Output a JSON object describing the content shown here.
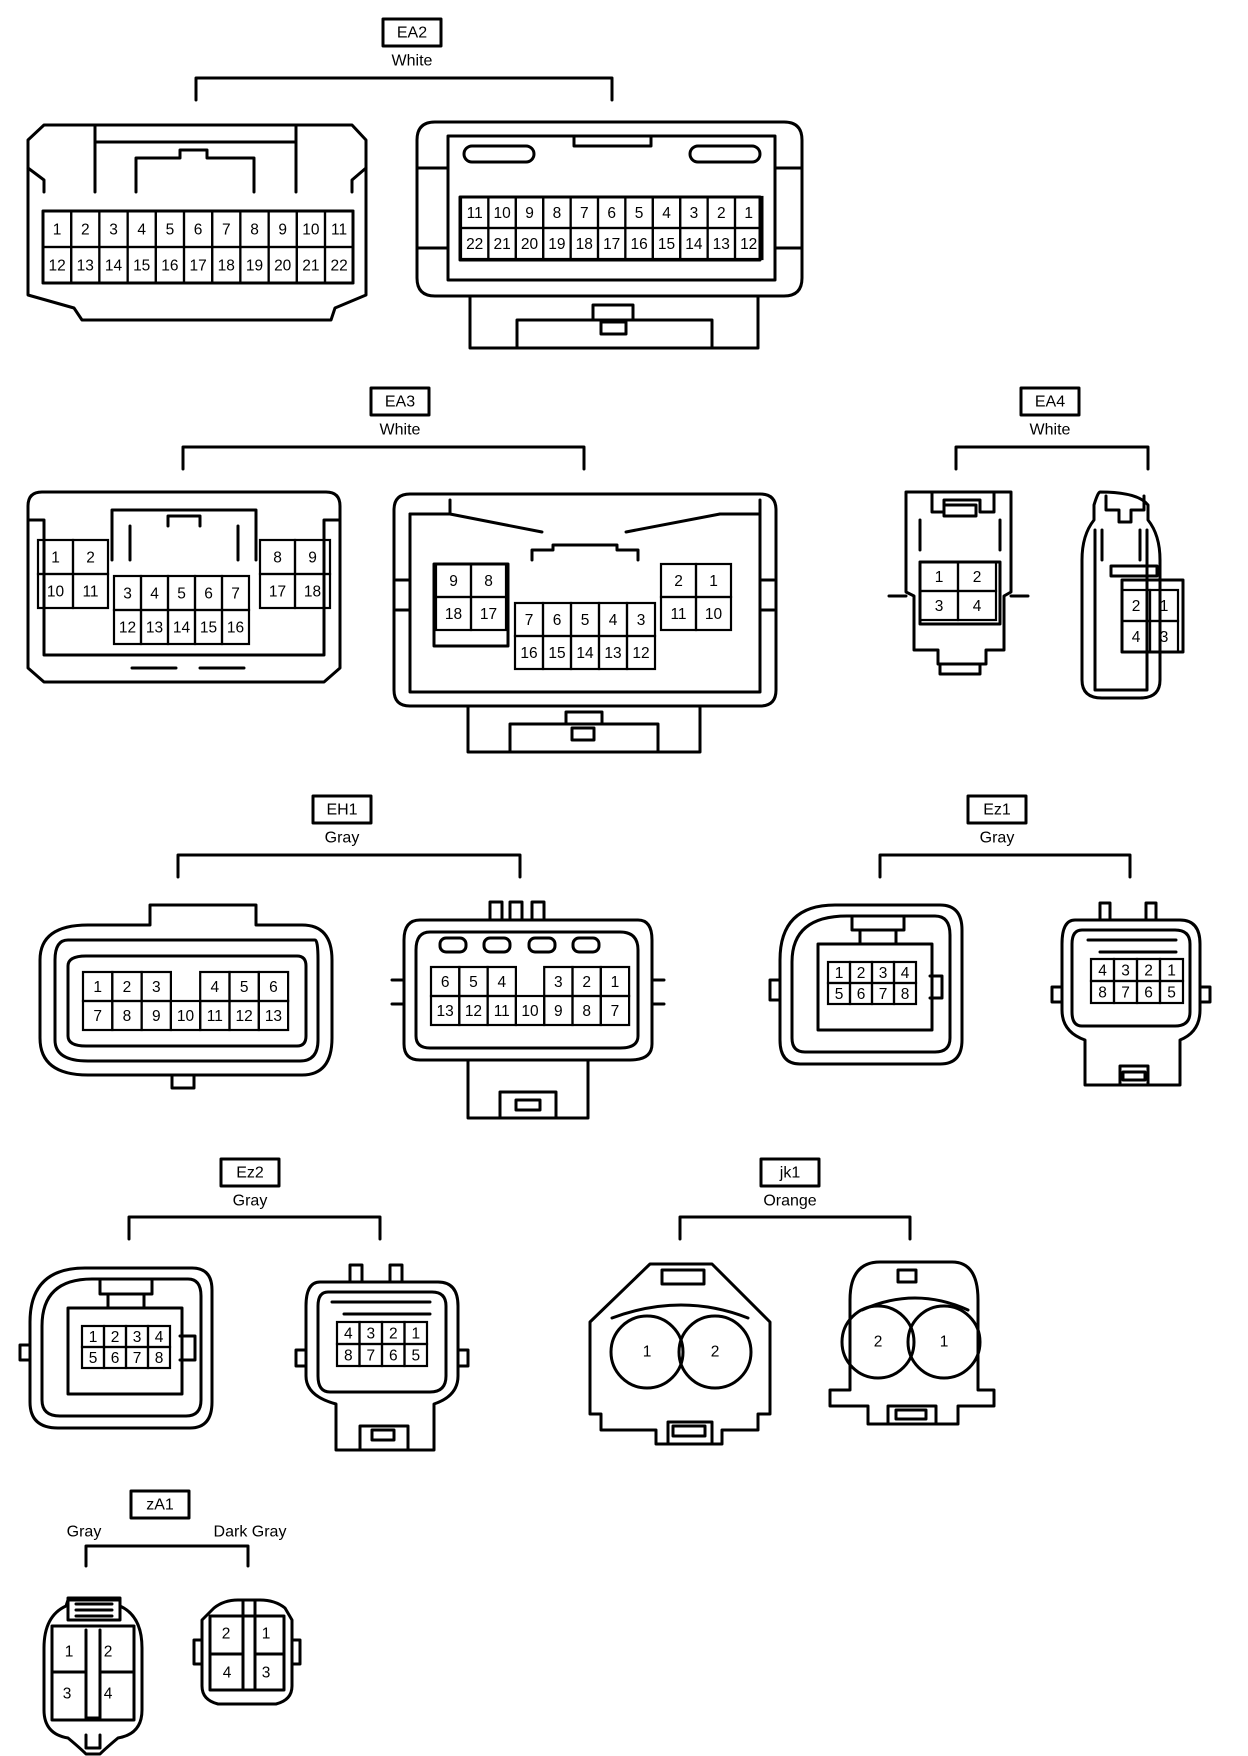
{
  "connectors": {
    "ea2": {
      "code": "EA2",
      "color": "White"
    },
    "ea3": {
      "code": "EA3",
      "color": "White"
    },
    "ea4": {
      "code": "EA4",
      "color": "White"
    },
    "eh1": {
      "code": "EH1",
      "color": "Gray"
    },
    "ez1": {
      "code": "Ez1",
      "color": "Gray"
    },
    "ez2": {
      "code": "Ez2",
      "color": "Gray"
    },
    "jk1": {
      "code": "jk1",
      "color": "Orange"
    },
    "za1": {
      "code": "zA1",
      "color_left": "Gray",
      "color_right": "Dark Gray"
    }
  },
  "pins": {
    "ea2_left": [
      [
        "1",
        "2",
        "3",
        "4",
        "5",
        "6",
        "7",
        "8",
        "9",
        "10",
        "11"
      ],
      [
        "12",
        "13",
        "14",
        "15",
        "16",
        "17",
        "18",
        "19",
        "20",
        "21",
        "22"
      ]
    ],
    "ea2_right": [
      [
        "11",
        "10",
        "9",
        "8",
        "7",
        "6",
        "5",
        "4",
        "3",
        "2",
        "1"
      ],
      [
        "22",
        "21",
        "20",
        "19",
        "18",
        "17",
        "16",
        "15",
        "14",
        "13",
        "12"
      ]
    ],
    "ea3_left_a": [
      [
        "1",
        "2"
      ],
      [
        "10",
        "11"
      ]
    ],
    "ea3_left_b": [
      [
        "3",
        "4",
        "5",
        "6",
        "7"
      ],
      [
        "12",
        "13",
        "14",
        "15",
        "16"
      ]
    ],
    "ea3_left_c": [
      [
        "8",
        "9"
      ],
      [
        "17",
        "18"
      ]
    ],
    "ea3_right_a": [
      [
        "9",
        "8"
      ],
      [
        "18",
        "17"
      ]
    ],
    "ea3_right_b": [
      [
        "7",
        "6",
        "5",
        "4",
        "3"
      ],
      [
        "16",
        "15",
        "14",
        "13",
        "12"
      ]
    ],
    "ea3_right_c": [
      [
        "2",
        "1"
      ],
      [
        "11",
        "10"
      ]
    ],
    "ea4_left": [
      [
        "1",
        "2"
      ],
      [
        "3",
        "4"
      ]
    ],
    "ea4_right": [
      [
        "2",
        "1"
      ],
      [
        "4",
        "3"
      ]
    ],
    "eh1_left": [
      [
        "1",
        "2",
        "3",
        "",
        "4",
        "5",
        "6"
      ],
      [
        "7",
        "8",
        "9",
        "10",
        "11",
        "12",
        "13"
      ]
    ],
    "eh1_right": [
      [
        "6",
        "5",
        "4",
        "",
        "3",
        "2",
        "1"
      ],
      [
        "13",
        "12",
        "11",
        "10",
        "9",
        "8",
        "7"
      ]
    ],
    "ez1_left": [
      [
        "1",
        "2",
        "3",
        "4"
      ],
      [
        "5",
        "6",
        "7",
        "8"
      ]
    ],
    "ez1_right": [
      [
        "4",
        "3",
        "2",
        "1"
      ],
      [
        "8",
        "7",
        "6",
        "5"
      ]
    ],
    "ez2_left": [
      [
        "1",
        "2",
        "3",
        "4"
      ],
      [
        "5",
        "6",
        "7",
        "8"
      ]
    ],
    "ez2_right": [
      [
        "4",
        "3",
        "2",
        "1"
      ],
      [
        "8",
        "7",
        "6",
        "5"
      ]
    ],
    "jk1_left": [
      "1",
      "2"
    ],
    "jk1_right": [
      "2",
      "1"
    ],
    "za1_left": [
      [
        "1",
        "2"
      ],
      [
        "3",
        "4"
      ]
    ],
    "za1_right": [
      [
        "2",
        "1"
      ],
      [
        "4",
        "3"
      ]
    ]
  }
}
